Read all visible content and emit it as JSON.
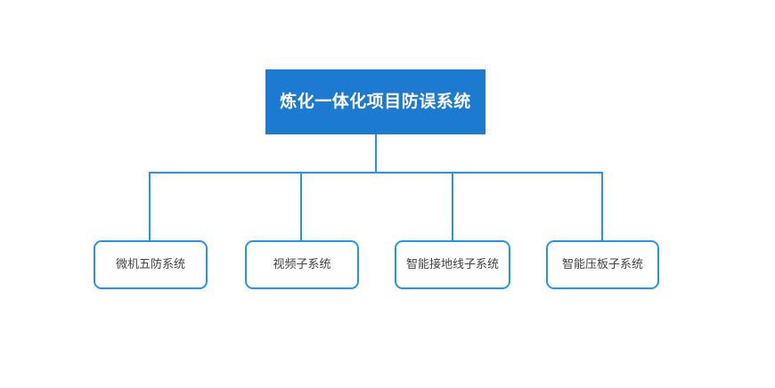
{
  "diagram": {
    "type": "org-chart",
    "background_color": "#ffffff",
    "root": {
      "label": "炼化一体化项目防误系统",
      "fill_color": "#1C7BD1",
      "text_color": "#ffffff"
    },
    "children": [
      {
        "label": "微机五防系统"
      },
      {
        "label": "视频子系统"
      },
      {
        "label": "智能接地线子系统"
      },
      {
        "label": "智能压板子系统"
      }
    ],
    "child_style": {
      "border_color": "#2196EE",
      "fill_color": "#ffffff",
      "text_color": "#444444"
    },
    "connector_color": "#2196EE"
  }
}
